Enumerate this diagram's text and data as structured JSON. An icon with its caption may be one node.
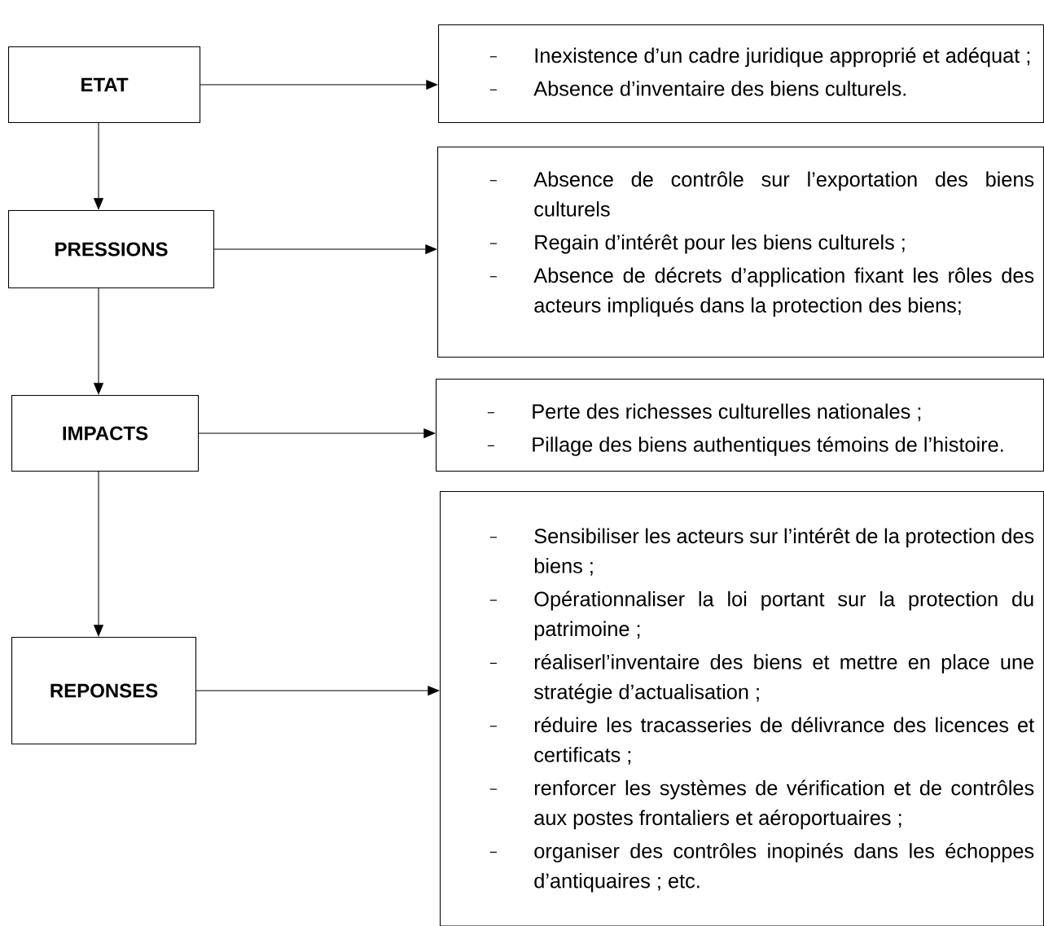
{
  "diagram": {
    "nodes": [
      {
        "text": [
          "ETAT"
        ]
      },
      {
        "text": [
          "PRESSIONS"
        ]
      },
      {
        "text": [
          "IMPACTS"
        ]
      },
      {
        "text": [
          "REPONSES"
        ]
      },
      {
        "text": [
          "Inexistence d’un cadre juridique approprié et adéquat ;",
          "Absence d’inventaire des biens culturels."
        ]
      },
      {
        "text": [
          "Absence de contrôle sur l’exportation des biens culturels",
          "Regain d’intérêt pour les biens culturels ;",
          "Absence de décrets d’application fixant les rôles des acteurs impliqués dans la protection des biens;"
        ]
      },
      {
        "text": [
          "Perte des richesses culturelles nationales ;",
          "Pillage des biens authentiques témoins de l’histoire."
        ]
      },
      {
        "text": [
          "Sensibiliser les acteurs sur l’intérêt de la protection des biens ;",
          "Opérationnaliser la loi portant sur la protection du patrimoine ;",
          "réaliserl’inventaire des biens et mettre en place une stratégie d’actualisation ;",
          "réduire les tracasseries de délivrance des licences et certificats ;",
          "renforcer les systèmes de vérification et de contrôles aux postes frontaliers et aéroportuaires ;",
          "organiser des contrôles inopinés dans les échoppes d’antiquaires ; etc."
        ]
      }
    ],
    "edges": [
      {
        "from": 0,
        "to": 4,
        "arrow": "to"
      },
      {
        "from": 0,
        "to": 1,
        "arrow": "to"
      },
      {
        "from": 1,
        "to": 5,
        "arrow": "to"
      },
      {
        "from": 1,
        "to": 2,
        "arrow": "to"
      },
      {
        "from": 2,
        "to": 6,
        "arrow": "to"
      },
      {
        "from": 2,
        "to": 3,
        "arrow": "to"
      },
      {
        "from": 3,
        "to": 7,
        "arrow": "to"
      }
    ]
  }
}
